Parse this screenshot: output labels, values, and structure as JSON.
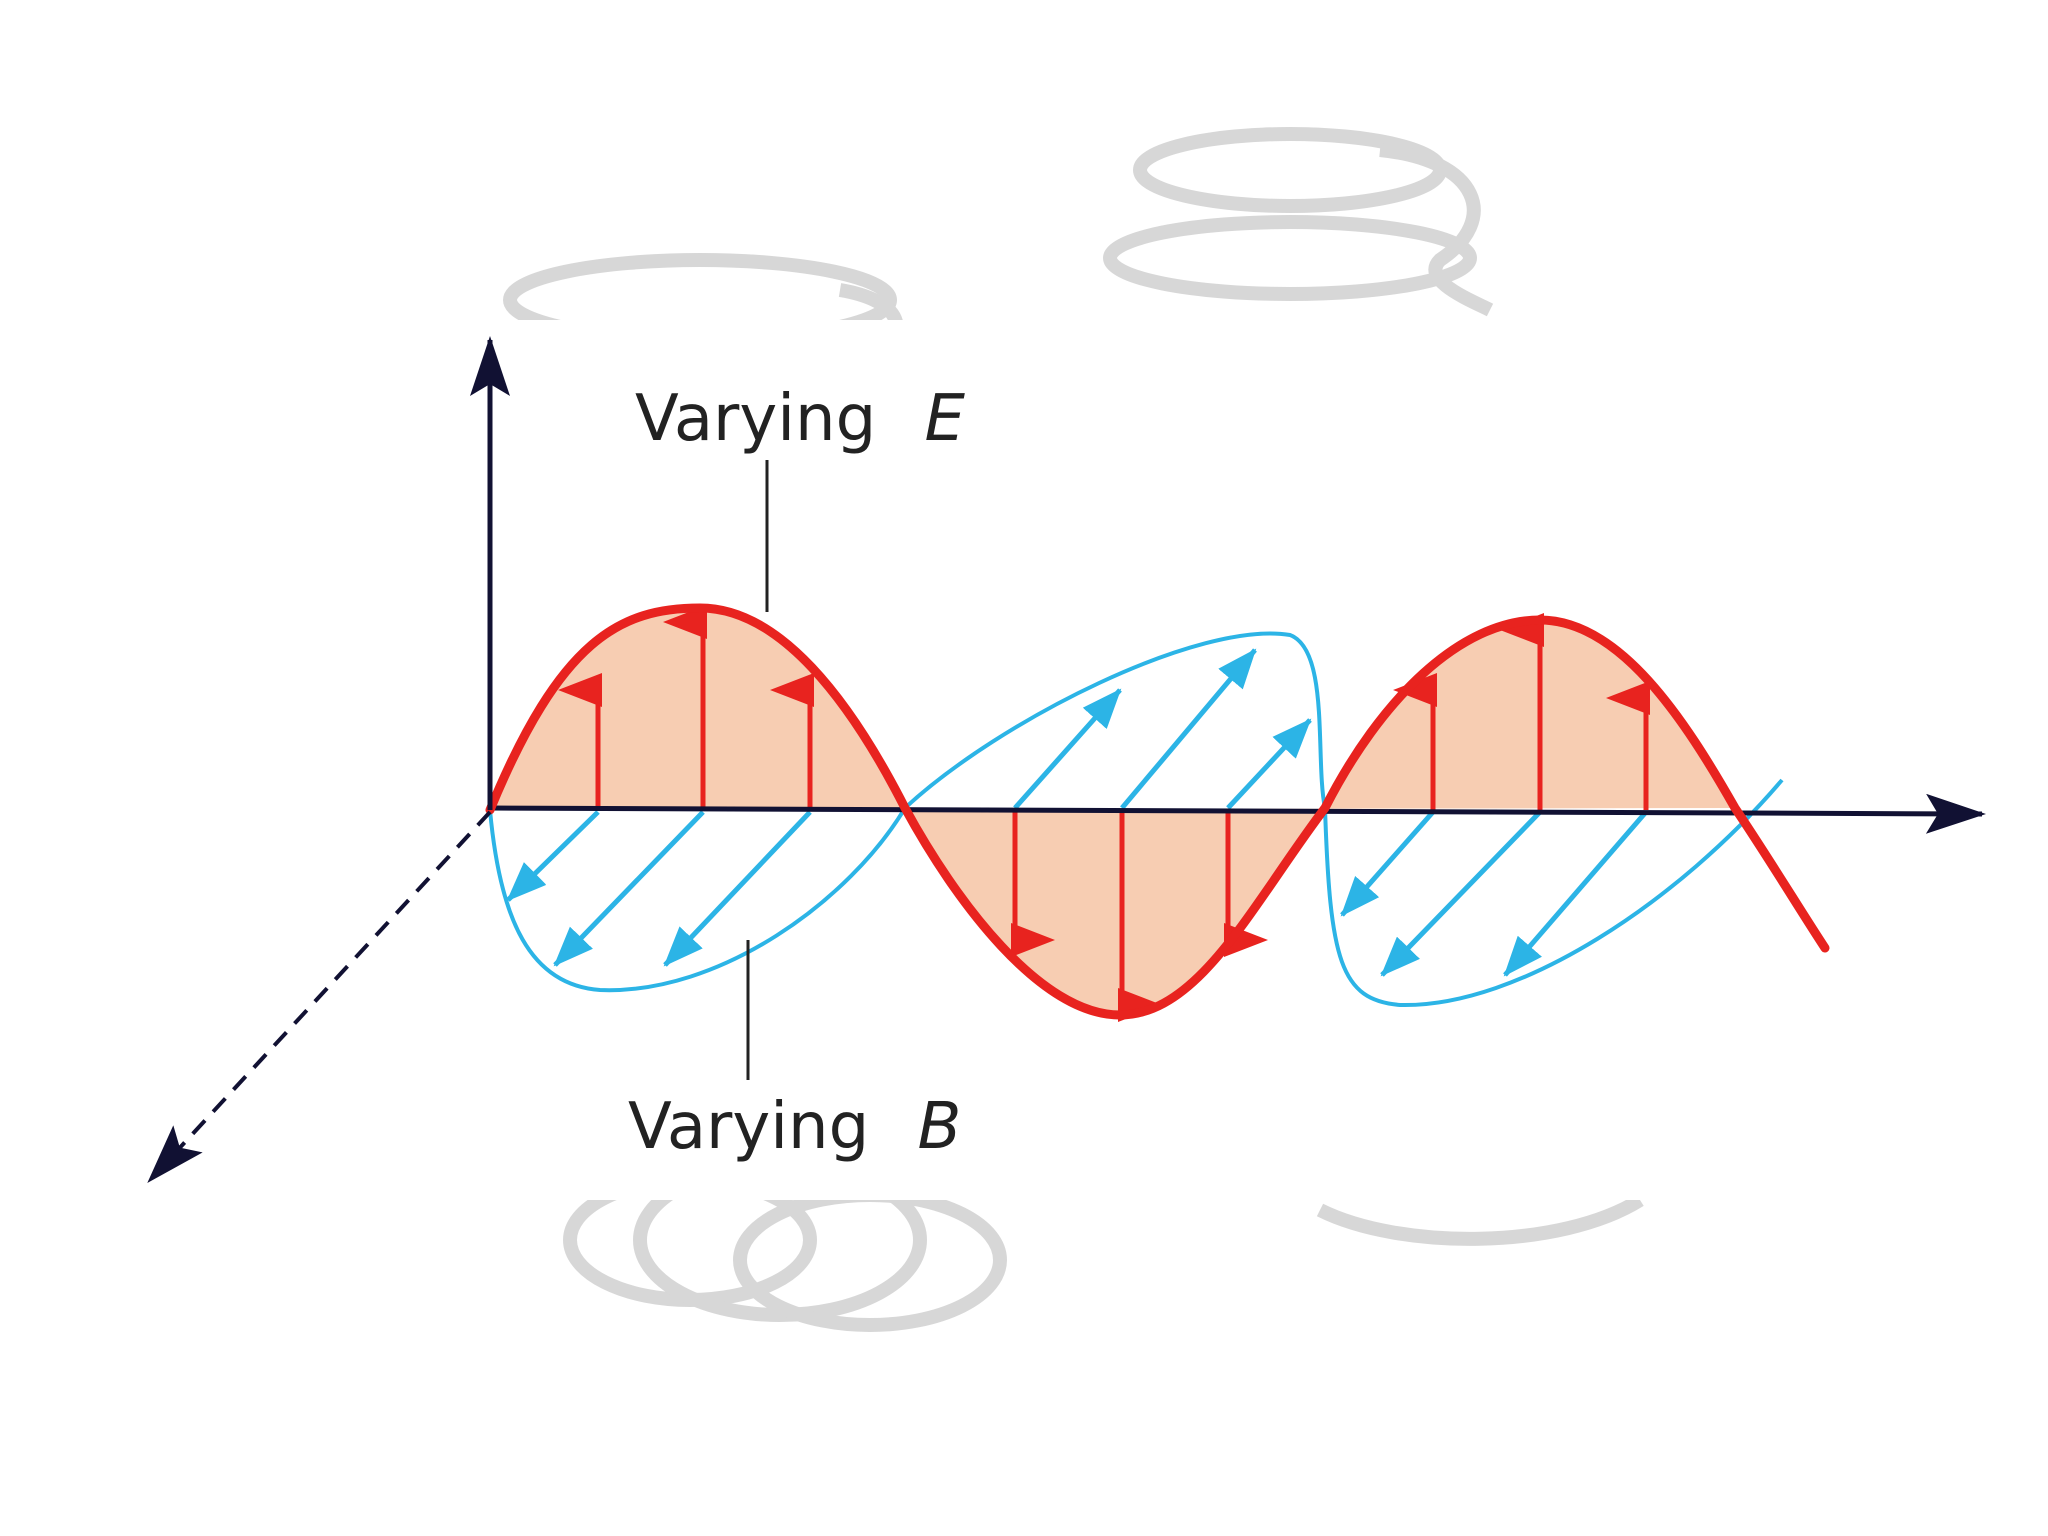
{
  "labels": {
    "e_prefix": "Varying",
    "e_symbol": "E",
    "b_prefix": "Varying",
    "b_symbol": "B"
  },
  "colors": {
    "e_wave": "#e8231f",
    "e_fill": "#f6c4a4",
    "b_wave": "#2cb4e6",
    "axis": "#111133",
    "coil": "#d3d3d3",
    "label": "#222222"
  }
}
